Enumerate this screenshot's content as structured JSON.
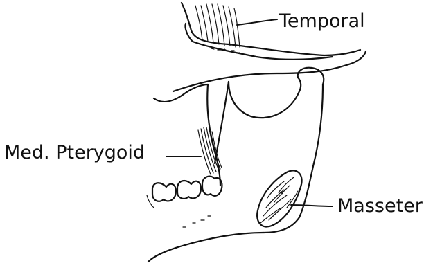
{
  "labels": {
    "temporal": "Temporal",
    "medial_pterygoid": "Med. Pterygoid",
    "masseter": "Masseter"
  }
}
